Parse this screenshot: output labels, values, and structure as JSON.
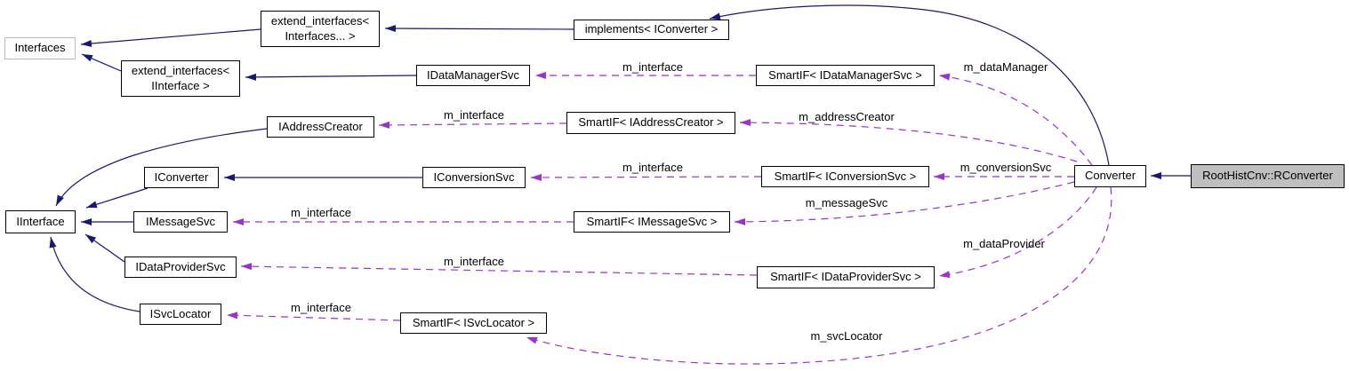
{
  "diagram_type": "doxygen-collaboration-graph",
  "colors": {
    "inheritance_edge": "#191970",
    "usage_edge": "#9a32cd",
    "node_border": "#000000",
    "external_node_border": "#bdbdbd",
    "highlight_node_fill": "#bfbfbf",
    "node_fill": "#ffffff",
    "text": "#000000"
  },
  "nodes": [
    {
      "id": "interfaces",
      "label": "Interfaces"
    },
    {
      "id": "extend-interfaces-variadic",
      "label": "extend_interfaces<\nInterfaces... >"
    },
    {
      "id": "extend-interfaces-iinterface",
      "label": "extend_interfaces<\nIInterface >"
    },
    {
      "id": "implements-iconverter",
      "label": "implements< IConverter >"
    },
    {
      "id": "idatamanagersvc",
      "label": "IDataManagerSvc"
    },
    {
      "id": "smartif-idatamanagersvc",
      "label": "SmartIF< IDataManagerSvc >"
    },
    {
      "id": "iaddresscreator",
      "label": "IAddressCreator"
    },
    {
      "id": "smartif-iaddresscreator",
      "label": "SmartIF< IAddressCreator >"
    },
    {
      "id": "iconverter",
      "label": "IConverter"
    },
    {
      "id": "iconversionsvc",
      "label": "IConversionSvc"
    },
    {
      "id": "smartif-iconversionsvc",
      "label": "SmartIF< IConversionSvc >"
    },
    {
      "id": "converter",
      "label": "Converter"
    },
    {
      "id": "rconverter",
      "label": "RootHistCnv::RConverter"
    },
    {
      "id": "iinterface",
      "label": "IInterface"
    },
    {
      "id": "imessagesvc",
      "label": "IMessageSvc"
    },
    {
      "id": "smartif-imessagesvc",
      "label": "SmartIF< IMessageSvc >"
    },
    {
      "id": "idataprovidersvc",
      "label": "IDataProviderSvc"
    },
    {
      "id": "smartif-idataprovidersvc",
      "label": "SmartIF< IDataProviderSvc >"
    },
    {
      "id": "isvclocator",
      "label": "ISvcLocator"
    },
    {
      "id": "smartif-isvclocator",
      "label": "SmartIF< ISvcLocator >"
    }
  ],
  "edge_labels": [
    {
      "text": "m_interface"
    },
    {
      "text": "m_dataManager"
    },
    {
      "text": "m_interface"
    },
    {
      "text": "m_addressCreator"
    },
    {
      "text": "m_interface"
    },
    {
      "text": "m_conversionSvc"
    },
    {
      "text": "m_interface"
    },
    {
      "text": "m_messageSvc"
    },
    {
      "text": "m_interface"
    },
    {
      "text": "m_dataProvider"
    },
    {
      "text": "m_interface"
    },
    {
      "text": "m_svcLocator"
    }
  ],
  "edges": [
    {
      "from": "RootHistCnv::RConverter",
      "to": "Converter",
      "type": "inheritance"
    },
    {
      "from": "Converter",
      "to": "implements< IConverter >",
      "type": "inheritance"
    },
    {
      "from": "implements< IConverter >",
      "to": "extend_interfaces< Interfaces... >",
      "type": "inheritance"
    },
    {
      "from": "extend_interfaces< Interfaces... >",
      "to": "Interfaces",
      "type": "inheritance"
    },
    {
      "from": "extend_interfaces< IInterface >",
      "to": "Interfaces",
      "type": "inheritance"
    },
    {
      "from": "IDataManagerSvc",
      "to": "extend_interfaces< IInterface >",
      "type": "inheritance"
    },
    {
      "from": "IConversionSvc",
      "to": "IConverter",
      "type": "inheritance"
    },
    {
      "from": "IConverter",
      "to": "IInterface",
      "type": "inheritance"
    },
    {
      "from": "IAddressCreator",
      "to": "IInterface",
      "type": "inheritance"
    },
    {
      "from": "IMessageSvc",
      "to": "IInterface",
      "type": "inheritance"
    },
    {
      "from": "IDataProviderSvc",
      "to": "IInterface",
      "type": "inheritance"
    },
    {
      "from": "ISvcLocator",
      "to": "IInterface",
      "type": "inheritance"
    },
    {
      "from": "SmartIF< IDataManagerSvc >",
      "to": "IDataManagerSvc",
      "type": "usage",
      "label": "m_interface"
    },
    {
      "from": "Converter",
      "to": "SmartIF< IDataManagerSvc >",
      "type": "usage",
      "label": "m_dataManager"
    },
    {
      "from": "SmartIF< IAddressCreator >",
      "to": "IAddressCreator",
      "type": "usage",
      "label": "m_interface"
    },
    {
      "from": "Converter",
      "to": "SmartIF< IAddressCreator >",
      "type": "usage",
      "label": "m_addressCreator"
    },
    {
      "from": "SmartIF< IConversionSvc >",
      "to": "IConversionSvc",
      "type": "usage",
      "label": "m_interface"
    },
    {
      "from": "Converter",
      "to": "SmartIF< IConversionSvc >",
      "type": "usage",
      "label": "m_conversionSvc"
    },
    {
      "from": "SmartIF< IMessageSvc >",
      "to": "IMessageSvc",
      "type": "usage",
      "label": "m_interface"
    },
    {
      "from": "Converter",
      "to": "SmartIF< IMessageSvc >",
      "type": "usage",
      "label": "m_messageSvc"
    },
    {
      "from": "SmartIF< IDataProviderSvc >",
      "to": "IDataProviderSvc",
      "type": "usage",
      "label": "m_interface"
    },
    {
      "from": "Converter",
      "to": "SmartIF< IDataProviderSvc >",
      "type": "usage",
      "label": "m_dataProvider"
    },
    {
      "from": "SmartIF< ISvcLocator >",
      "to": "ISvcLocator",
      "type": "usage",
      "label": "m_interface"
    },
    {
      "from": "Converter",
      "to": "SmartIF< ISvcLocator >",
      "type": "usage",
      "label": "m_svcLocator"
    }
  ]
}
